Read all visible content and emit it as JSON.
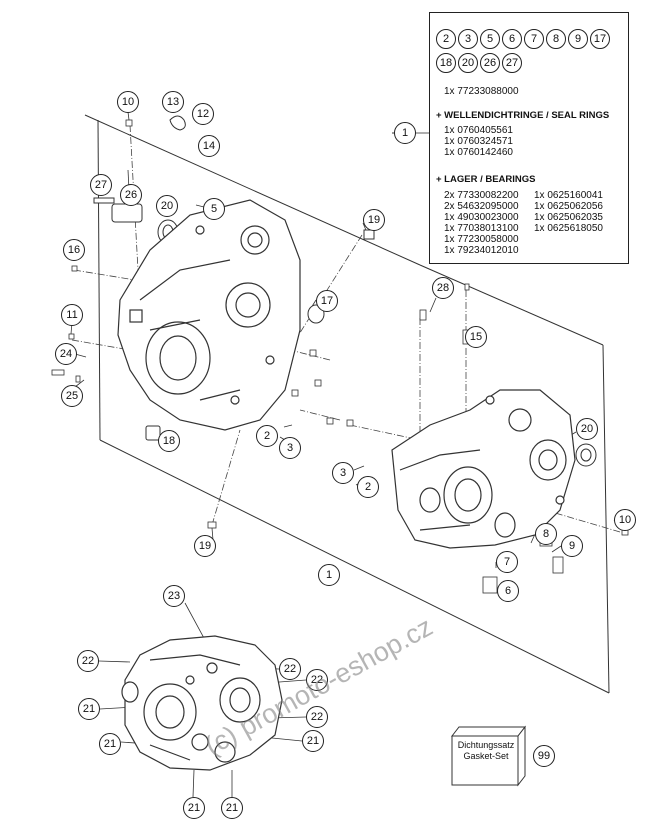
{
  "info_box": {
    "circle_row_1": [
      "2",
      "3",
      "5",
      "6",
      "7",
      "8",
      "9",
      "17"
    ],
    "circle_row_2": [
      "18",
      "20",
      "26",
      "27"
    ],
    "kit_line": "1x 77233088000",
    "seal_heading": "+ WELLENDICHTRINGE / SEAL RINGS",
    "seal_rings": [
      "1x 0760405561",
      "1x 0760324571",
      "1x 0760142460"
    ],
    "bearing_heading": "+ LAGER / BEARINGS",
    "bearings_left": [
      "2x 77330082200",
      "2x 54632095000",
      "1x 49030023000",
      "1x 77038013100",
      "1x 77230058000",
      "1x 79234012010"
    ],
    "bearings_right": [
      "1x 0625160041",
      "1x 0625062056",
      "1x 0625062035",
      "1x 0625618050"
    ]
  },
  "callouts": {
    "box_ref": "1",
    "c10_top": "10",
    "c13": "13",
    "c12": "12",
    "c14": "14",
    "c27": "27",
    "c26": "26",
    "c20_left": "20",
    "c5": "5",
    "c19_top": "19",
    "c16": "16",
    "c17": "17",
    "c11": "11",
    "c24": "24",
    "c25": "25",
    "c18": "18",
    "c2_a": "2",
    "c3_a": "3",
    "c28": "28",
    "c15": "15",
    "c20_right": "20",
    "c3_b": "3",
    "c2_b": "2",
    "c10_right": "10",
    "c8": "8",
    "c9": "9",
    "c7": "7",
    "c6": "6",
    "c19_bottom": "19",
    "c1_bottom": "1",
    "c23": "23",
    "c22_a": "22",
    "c22_b": "22",
    "c22_c": "22",
    "c22_d": "22",
    "c21_a": "21",
    "c21_b": "21",
    "c21_c": "21",
    "c21_d": "21",
    "c21_e": "21",
    "c99": "99"
  },
  "gasket": {
    "line1": "Dichtungssatz",
    "line2": "Gasket-Set"
  },
  "watermark": "(c) promoto-eshop.cz"
}
